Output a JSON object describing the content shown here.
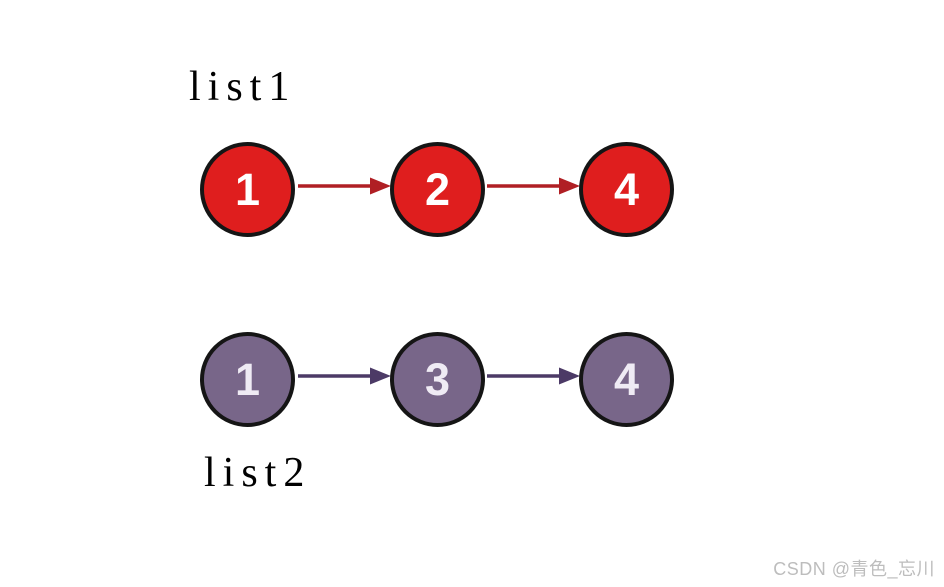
{
  "diagram": {
    "type": "linked-list-comparison",
    "background_color": "#ffffff",
    "lists": [
      {
        "label": "list1",
        "nodes": [
          "1",
          "2",
          "4"
        ],
        "node_fill_color": "#df1e1e",
        "node_border_color": "#151515",
        "node_text_color": "#ffffff",
        "arrow_color": "#b01f24"
      },
      {
        "label": "list2",
        "nodes": [
          "1",
          "3",
          "4"
        ],
        "node_fill_color": "#786689",
        "node_border_color": "#151515",
        "node_text_color": "#efebf4",
        "arrow_color": "#4c3a66"
      }
    ]
  },
  "watermark": {
    "text": "CSDN @青色_忘川",
    "color": "#bdbdbd"
  }
}
